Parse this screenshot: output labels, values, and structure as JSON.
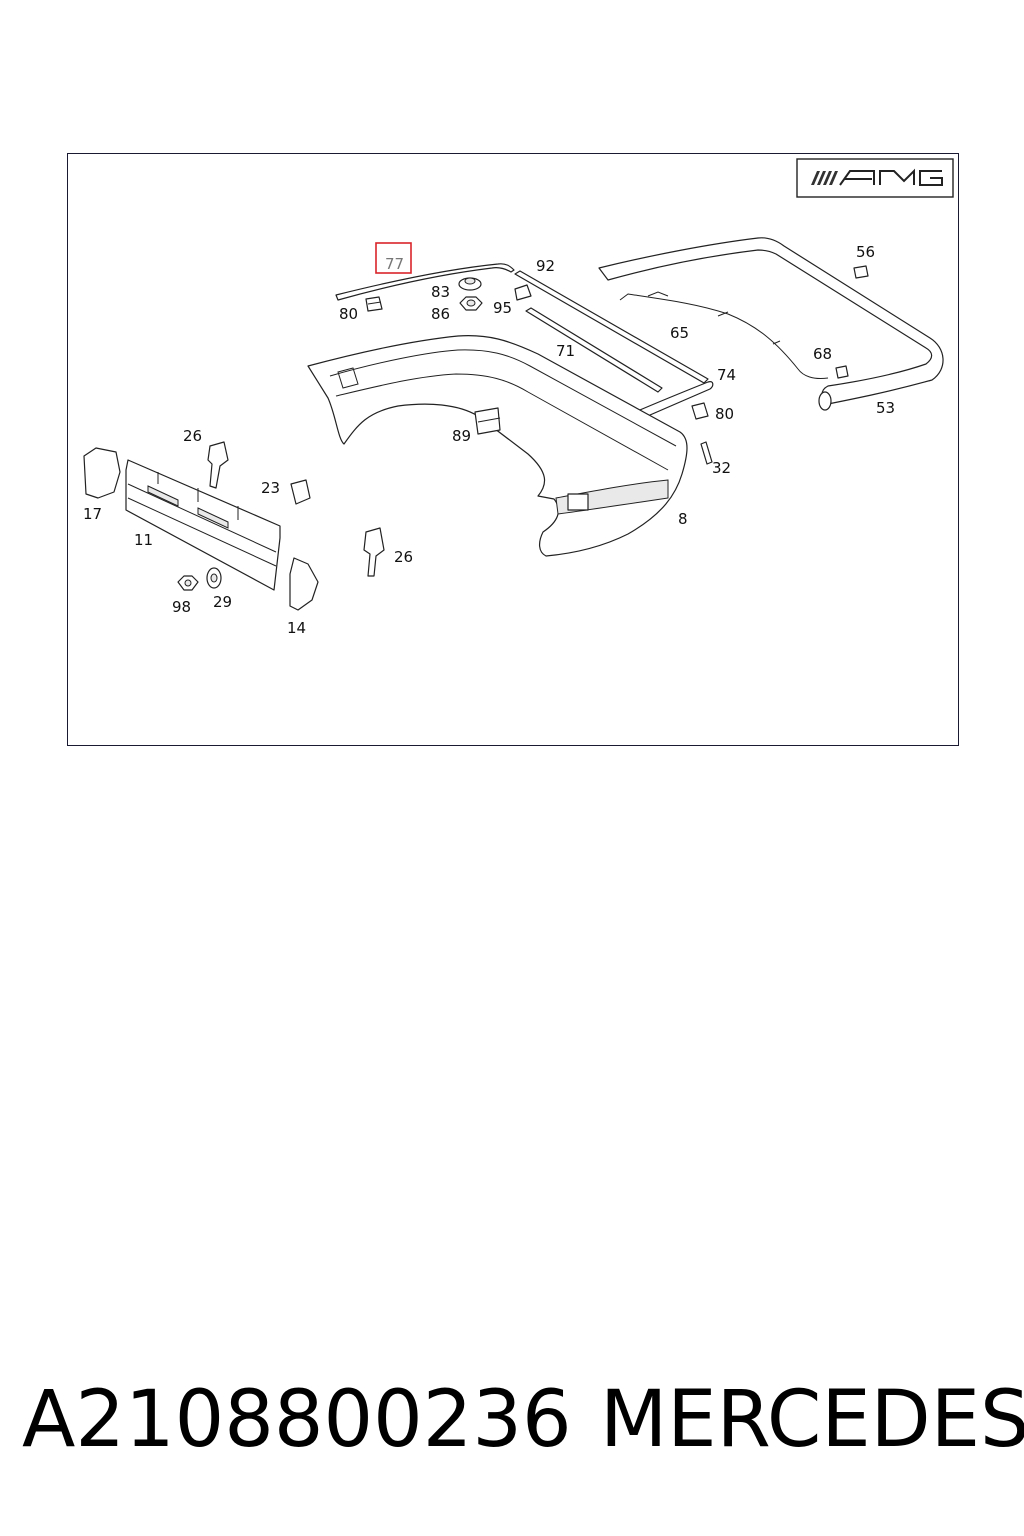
{
  "diagram": {
    "logo_text": "AMG",
    "highlighted_part": "77",
    "highlight_color": "#d8242a",
    "callouts": [
      "77",
      "92",
      "56",
      "83",
      "80",
      "86",
      "95",
      "65",
      "71",
      "68",
      "74",
      "80",
      "53",
      "26",
      "89",
      "32",
      "17",
      "23",
      "11",
      "8",
      "26",
      "98",
      "29",
      "14"
    ]
  },
  "caption": {
    "part_number": "A2108800236",
    "brand": "MERCEDES"
  }
}
